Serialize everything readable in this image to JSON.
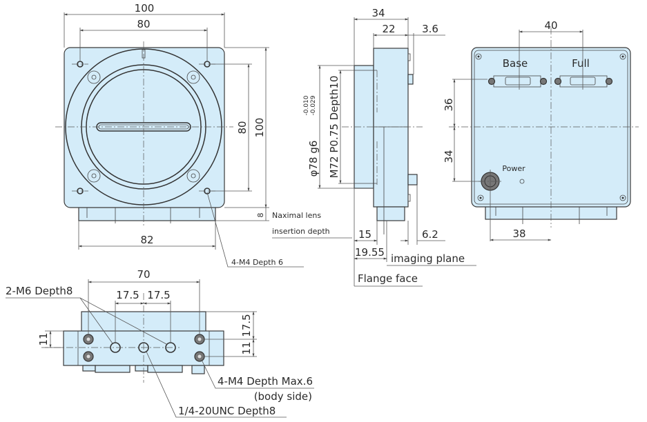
{
  "drawing": {
    "title": "Camera dimensional drawing",
    "units": "mm",
    "colors": {
      "body_fill": "#d4ecf9",
      "line": "#333333",
      "text": "#2a2a2a"
    }
  },
  "front_view": {
    "width_label": "100",
    "hole_spacing_h_label": "80",
    "hole_spacing_v_label": "80",
    "height_label": "100",
    "base_width_label": "82",
    "lens_depth_label": "8",
    "lens_depth_note_line1": "Naximal lens",
    "lens_depth_note_line2": "insertion depth",
    "screw_note": "4-M4 Depth 6"
  },
  "side_view": {
    "depth_total_label": "34",
    "body_depth_label": "22",
    "connector_label": "3.6",
    "mount_diameter_label": "φ78  g6",
    "tolerance_upper": "-0.010",
    "tolerance_lower": "-0.029",
    "thread_label": "M72 P0.75 Depth10",
    "label_15": "15",
    "label_6_2": "6.2",
    "label_19_55": "19.55",
    "imaging_plane": "imaging plane",
    "flange_face": "Flange face"
  },
  "rear_view": {
    "connector_spacing_label": "40",
    "connector_base": "Base",
    "connector_full": "Full",
    "offset_top_label": "36",
    "offset_power_label": "34",
    "power_label": "Power",
    "power_offset_label": "38"
  },
  "bottom_view": {
    "width_label": "70",
    "hole_spacing_left": "17.5",
    "hole_spacing_right": "17.5",
    "height_upper_label": "17.5",
    "height_lower_label": "11",
    "left_height_label": "11",
    "m6_note": "2-M6 Depth8",
    "m4_note_line1": "4-M4 Depth Max.6",
    "m4_note_line2": "(body side)",
    "unc_note": "1/4-20UNC Depth8"
  }
}
